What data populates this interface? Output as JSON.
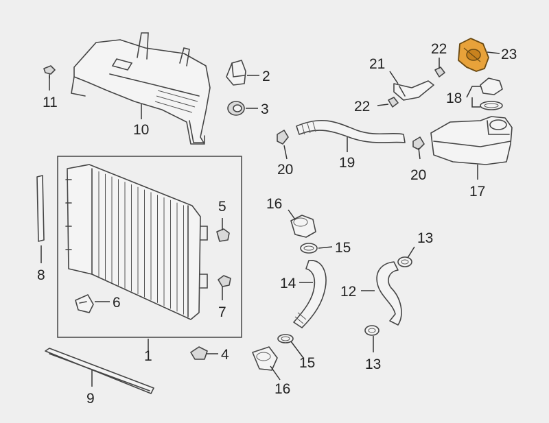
{
  "diagram": {
    "callouts": [
      {
        "id": "c1",
        "label": "1"
      },
      {
        "id": "c2",
        "label": "2"
      },
      {
        "id": "c3",
        "label": "3"
      },
      {
        "id": "c4",
        "label": "4"
      },
      {
        "id": "c5",
        "label": "5"
      },
      {
        "id": "c6",
        "label": "6"
      },
      {
        "id": "c7",
        "label": "7"
      },
      {
        "id": "c8",
        "label": "8"
      },
      {
        "id": "c9",
        "label": "9"
      },
      {
        "id": "c10",
        "label": "10"
      },
      {
        "id": "c11",
        "label": "11"
      },
      {
        "id": "c12",
        "label": "12"
      },
      {
        "id": "c13a",
        "label": "13"
      },
      {
        "id": "c13b",
        "label": "13"
      },
      {
        "id": "c14",
        "label": "14"
      },
      {
        "id": "c15a",
        "label": "15"
      },
      {
        "id": "c15b",
        "label": "15"
      },
      {
        "id": "c16a",
        "label": "16"
      },
      {
        "id": "c16b",
        "label": "16"
      },
      {
        "id": "c17",
        "label": "17"
      },
      {
        "id": "c18",
        "label": "18"
      },
      {
        "id": "c19",
        "label": "19"
      },
      {
        "id": "c20a",
        "label": "20"
      },
      {
        "id": "c20b",
        "label": "20"
      },
      {
        "id": "c21",
        "label": "21"
      },
      {
        "id": "c22a",
        "label": "22"
      },
      {
        "id": "c22b",
        "label": "22"
      },
      {
        "id": "c23",
        "label": "23"
      }
    ],
    "colors": {
      "background": "#efefef",
      "line": "#444444",
      "highlight": "#e8a23a"
    },
    "highlighted_part": "23"
  }
}
